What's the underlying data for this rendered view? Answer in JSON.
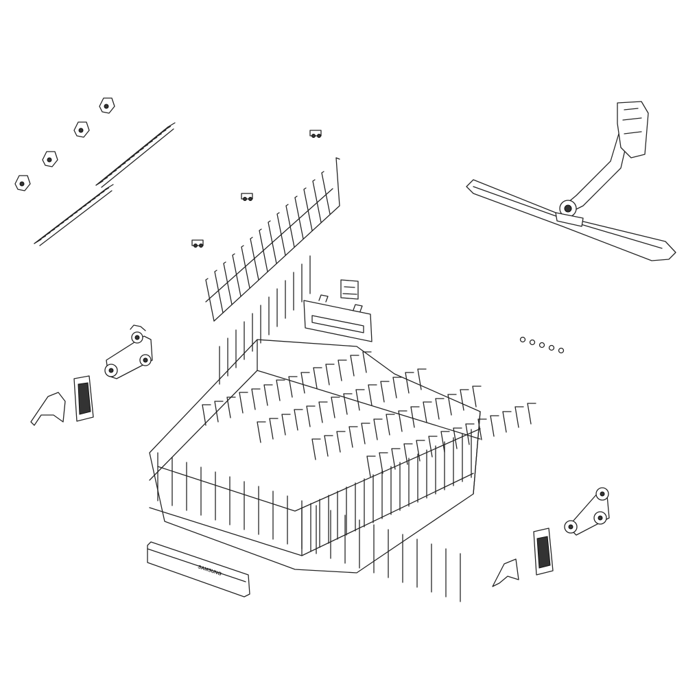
{
  "diagram": {
    "type": "exploded-parts-diagram",
    "parts": [
      {
        "name": "rack-rollers-set"
      },
      {
        "name": "cup-shelf-tines"
      },
      {
        "name": "upper-spray-arm-assembly"
      },
      {
        "name": "rail-stopper-clip"
      },
      {
        "name": "left-rail-roller-assembly"
      },
      {
        "name": "left-rail-end-cap"
      },
      {
        "name": "upper-dish-rack"
      },
      {
        "name": "small-screws"
      },
      {
        "name": "rack-handle"
      },
      {
        "name": "right-rail-roller-assembly"
      },
      {
        "name": "right-rail-end-cap"
      }
    ],
    "handle_logo": "SAMSUNG",
    "line_color": "#222222",
    "background": "#ffffff"
  }
}
